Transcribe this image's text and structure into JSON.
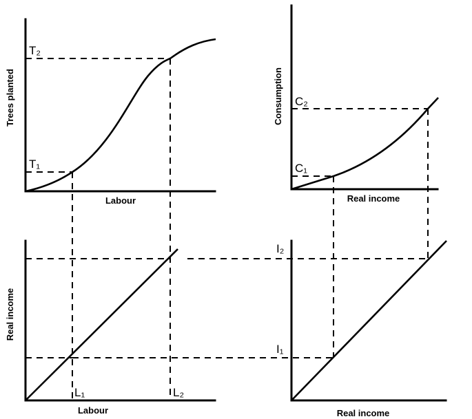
{
  "panels": {
    "top_left": {
      "x_label": "Labour",
      "y_label": "Trees planted",
      "t2_label": "T₂",
      "t1_label": "T₁"
    },
    "top_right": {
      "x_label": "Real income",
      "y_label": "Consumption",
      "c2_label": "C₂",
      "c1_label": "C₁"
    },
    "bottom_left": {
      "x_label": "Labour",
      "y_label": "Real income",
      "l1_label": "L₁",
      "l2_label": "L₂"
    },
    "bottom_right": {
      "x_label": "Real income",
      "i2_label": "I₂",
      "i1_label": "I₁"
    }
  }
}
